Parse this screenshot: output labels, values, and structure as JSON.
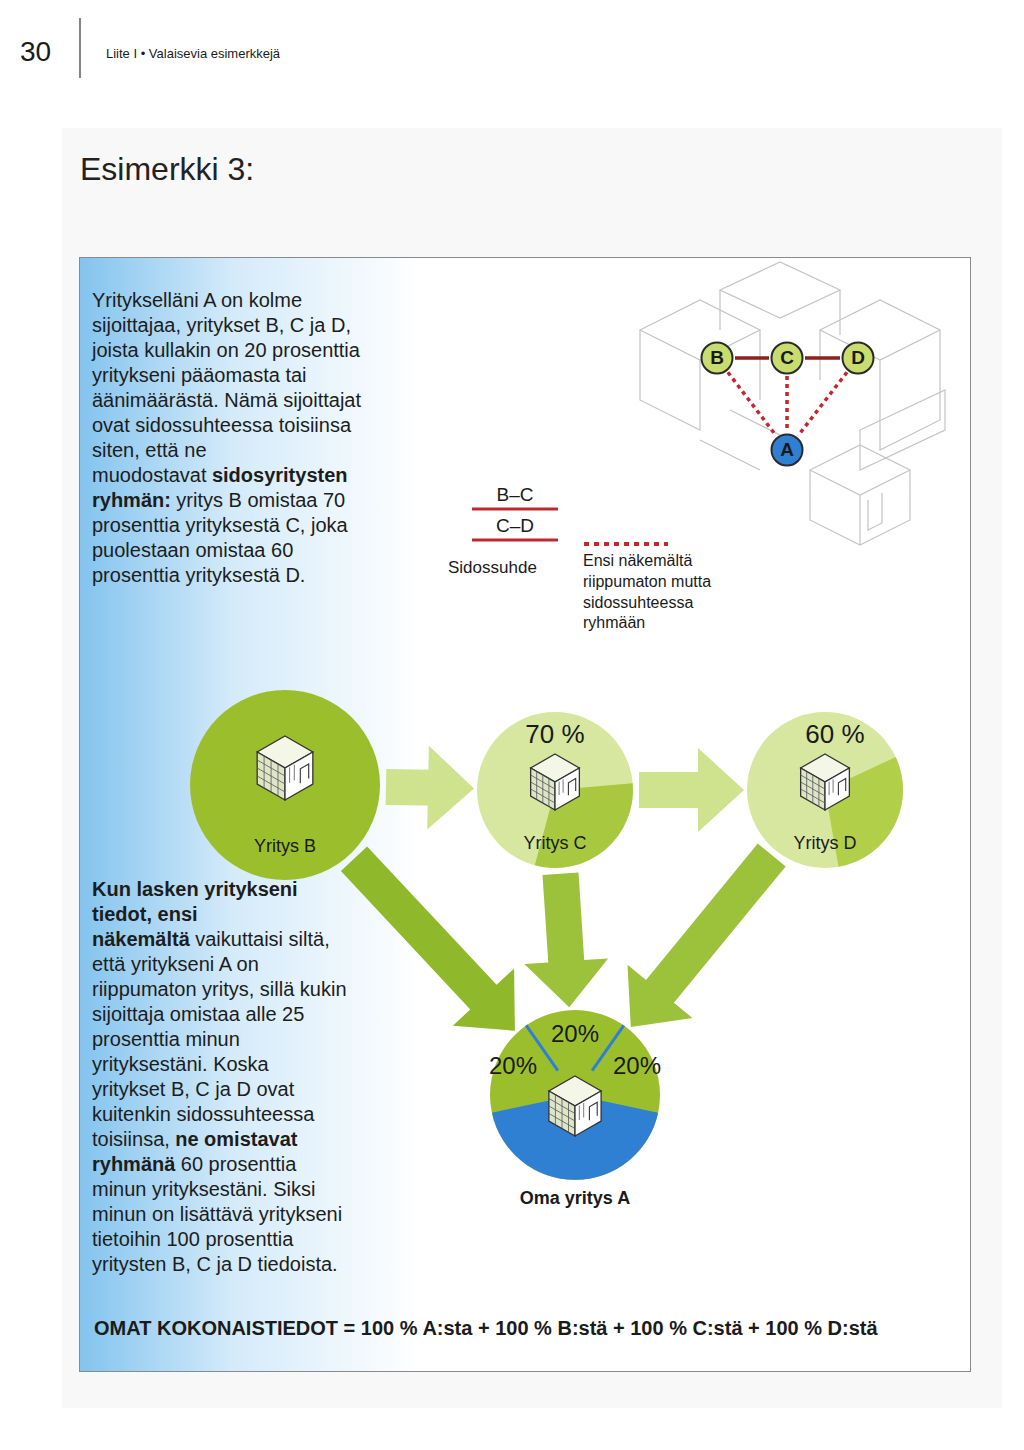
{
  "diagram": {
    "title": "Esimerkki 3:",
    "nodes": [
      {
        "text": [
          "B"
        ]
      },
      {
        "text": [
          "C"
        ]
      },
      {
        "text": [
          "D"
        ]
      },
      {
        "text": [
          "A"
        ]
      },
      {
        "text": [
          "Yritys B"
        ]
      },
      {
        "text": [
          "70 %",
          "Yritys C"
        ]
      },
      {
        "text": [
          "60 %",
          "Yritys D"
        ]
      },
      {
        "text": [
          "20%",
          "20%",
          "20%",
          "Oma yritys A"
        ]
      }
    ],
    "edges": [
      {
        "from": 0,
        "to": 1,
        "arrow": "none"
      },
      {
        "from": 1,
        "to": 2,
        "arrow": "none"
      },
      {
        "from": 0,
        "to": 3,
        "arrow": "none"
      },
      {
        "from": 1,
        "to": 3,
        "arrow": "none"
      },
      {
        "from": 2,
        "to": 3,
        "arrow": "none"
      },
      {
        "from": 4,
        "to": 5,
        "arrow": "to"
      },
      {
        "from": 5,
        "to": 6,
        "arrow": "to"
      },
      {
        "from": 4,
        "to": 7,
        "arrow": "to"
      },
      {
        "from": 5,
        "to": 7,
        "arrow": "to"
      },
      {
        "from": 6,
        "to": 7,
        "arrow": "to"
      }
    ],
    "labels": [
      "30",
      "Liite I • Valaisevia esimerkkejä",
      "Yritykselläni A on kolme sijoittajaa, yritykset B, C ja D, joista kullakin on 20 prosenttia yritykseni pääomasta tai äänimäärästä. Nämä sijoittajat ovat sidossuhteessa toisiinsa siten, että ne muodostavat",
      "sidosyritysten ryhmän:",
      "yritys B omistaa 70 prosenttia yrityksestä C, joka puolestaan omistaa 60 prosenttia yrityksestä D.",
      "B–C",
      "C–D",
      "Kun lasken yritykseni tiedot, ensi näkemältä",
      "vaikuttaisi siltä, että yritykseni A on riippumaton yritys, sillä kukin sijoittaja omistaa alle 25 prosenttia minun yrityksestäni. Koska yritykset B, C ja D ovat kuitenkin sidossuhteessa toisiinsa,",
      "ne omistavat ryhmänä",
      "60 prosenttia minun yrityksestäni. Siksi minun on lisättävä yritykseni tietoihin 100 prosenttia yritysten B, C ja D tiedoista.",
      "OMAT KOKONAISTIEDOT = 100 % A:sta + 100 % B:stä + 100 % C:stä + 100 % D:stä"
    ],
    "legend": [
      {
        "text": "Sidossuhde"
      },
      {
        "text": "Ensi näkemältä riippumaton mutta sidossuhteessa ryhmään"
      }
    ]
  }
}
